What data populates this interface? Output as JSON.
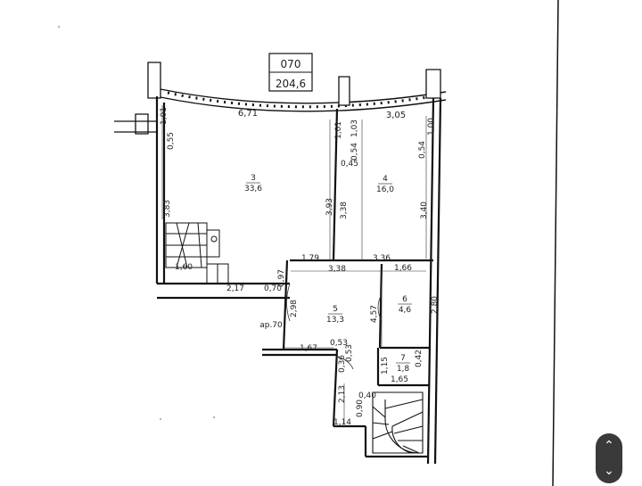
{
  "title_box": {
    "code": "070",
    "area": "204,6"
  },
  "rooms": [
    {
      "number": "3",
      "area": "33,6"
    },
    {
      "number": "4",
      "area": "16,0"
    },
    {
      "number": "5",
      "area": "13,3"
    },
    {
      "number": "6",
      "area": "4,6"
    },
    {
      "number": "7",
      "area": "1,8"
    }
  ],
  "dimensions": {
    "d_671": "6,71",
    "d_101a": "1,01",
    "d_055": "0,55",
    "d_383": "3,83",
    "d_101b": "1,01",
    "d_103": "1,03",
    "d_054a": "0,54",
    "d_045": "0,45",
    "d_305": "3,05",
    "d_100": "1,00",
    "d_054b": "0,54",
    "d_393": "3,93",
    "d_338a": "3,38",
    "d_340": "3,40",
    "d_179": "1,79",
    "d_338b": "3,38",
    "d_336": "3,36",
    "d_166": "1,66",
    "d_097": "0,97",
    "d_070a": "0,70",
    "d_217": "2,17",
    "d_160": "1,60",
    "d_298": "2,98",
    "d_280": "2,80",
    "d_457": "4,57",
    "d_ap": "ар.70",
    "d_167": "1,67",
    "d_053a": "0,53",
    "d_053b": "0,53",
    "d_036": "0,36",
    "d_115": "1,15",
    "d_042": "0,42",
    "d_165": "1,65",
    "d_213": "2,13",
    "d_040": "0,40",
    "d_090": "0,90",
    "d_114": "1,14"
  },
  "scroll": {
    "up_icon": "chevron-up-icon",
    "down_icon": "chevron-down-icon"
  }
}
